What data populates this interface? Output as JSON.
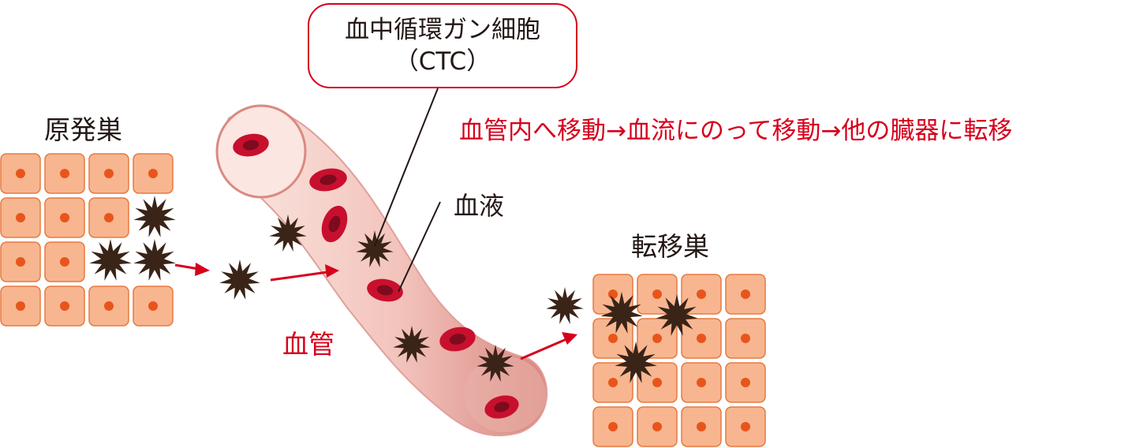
{
  "labels": {
    "primary": "原発巣",
    "metastasis": "転移巣",
    "vessel": "血管",
    "blood": "血液",
    "ctc_line1": "血中循環ガン細胞",
    "ctc_line2": "（CTC）",
    "process": "血管内へ移動→血流にのって移動→他の臓器に転移"
  },
  "colors": {
    "cell_fill": "#f7b690",
    "cell_stroke": "#e8793f",
    "nucleus": "#e8551b",
    "cancer_cell": "#3a2417",
    "rbc": "#c8102e",
    "rbc_center": "#7d0b1d",
    "vessel_light": "#fbe4de",
    "vessel_dark": "#d98a82",
    "accent_red": "#d6001c",
    "text_dark": "#231815"
  }
}
